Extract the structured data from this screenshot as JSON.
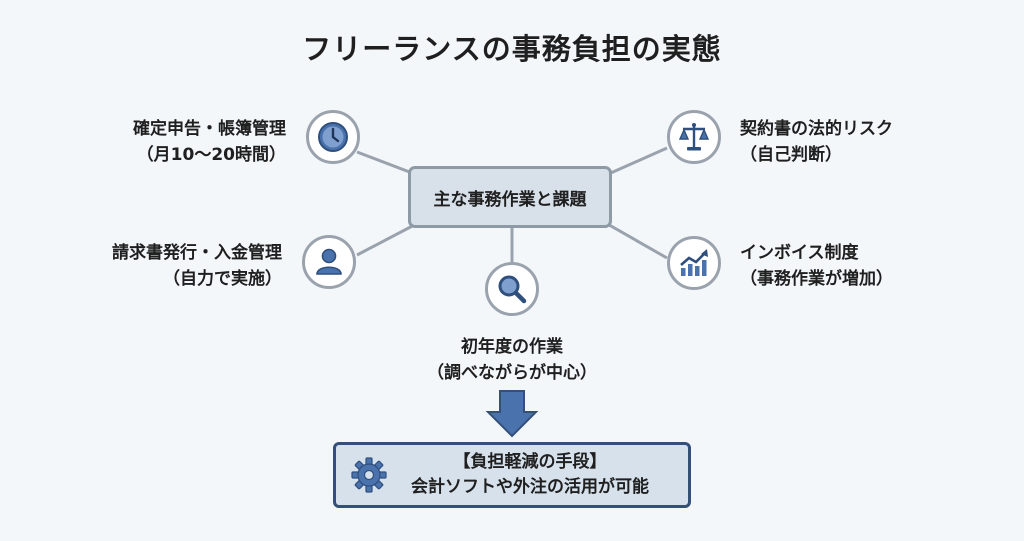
{
  "title": "フリーランスの事務負担の実態",
  "hub": {
    "label": "主な事務作業と課題"
  },
  "nodes": {
    "tax": {
      "line1": "確定申告・帳簿管理",
      "line2": "（月10〜20時間）",
      "icon": "clock-icon"
    },
    "invoice": {
      "line1": "請求書発行・入金管理",
      "line2": "（自力で実施）",
      "icon": "person-icon"
    },
    "first_year": {
      "line1": "初年度の作業",
      "line2": "（調べながらが中心）",
      "icon": "magnifier-icon"
    },
    "contract": {
      "line1": "契約書の法的リスク",
      "line2": "（自己判断）",
      "icon": "scales-icon"
    },
    "invoice_system": {
      "line1": "インボイス制度",
      "line2": "（事務作業が増加）",
      "icon": "growth-chart-icon"
    }
  },
  "solution": {
    "line1": "【負担軽減の手段】",
    "line2": "会計ソフトや外注の活用が可能",
    "icon": "gear-icon"
  },
  "colors": {
    "accent": "#4a72ad",
    "dark_accent": "#34507a",
    "hub_fill": "#d8e1ea",
    "node_border": "#9aa3ad"
  }
}
